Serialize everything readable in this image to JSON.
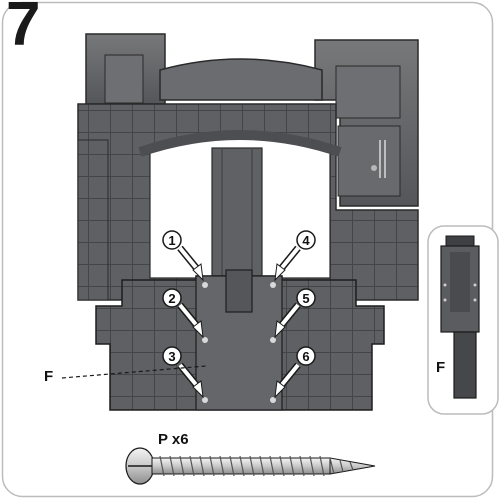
{
  "step": {
    "number": "7"
  },
  "markers": [
    "1",
    "2",
    "3",
    "4",
    "5",
    "6"
  ],
  "callouts": {
    "main_part_label": "F",
    "detail_part_label": "F"
  },
  "hardware": {
    "screw_label": "P x6"
  },
  "colors": {
    "plastic": "#5b5c5e",
    "plastic_dark": "#3f4042",
    "plastic_light": "#8a8b8d",
    "panel_border": "#bcbcbc",
    "outline": "#1a1a1a"
  }
}
